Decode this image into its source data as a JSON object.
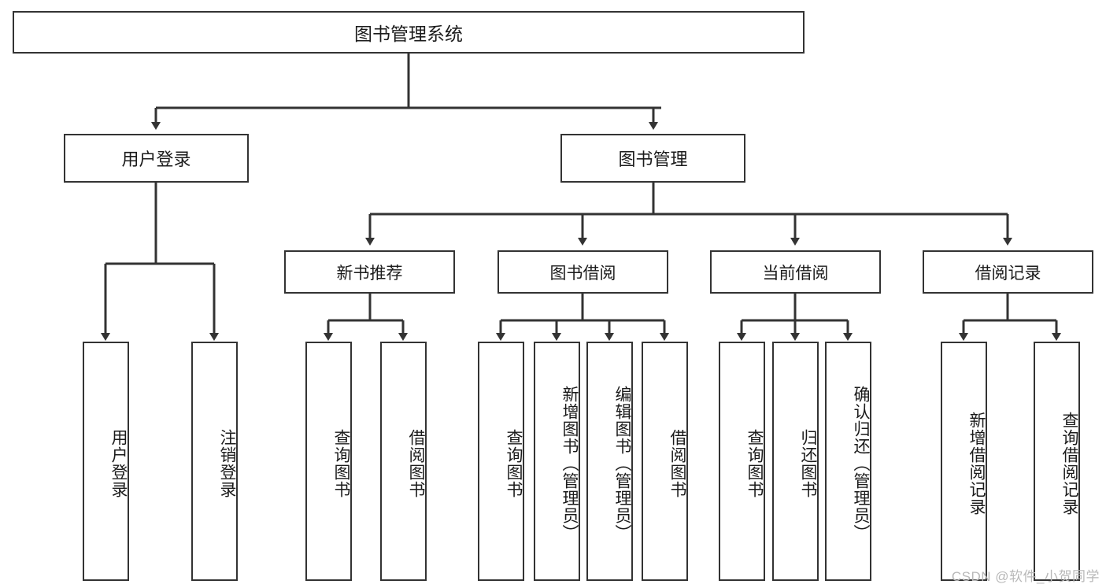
{
  "diagram": {
    "title": "图书管理系统",
    "type": "tree-hierarchy-diagram",
    "colors": {
      "box_border": "#333333",
      "box_fill": "#ffffff",
      "connector": "#333333",
      "text": "#1b1b1b",
      "watermark": "#b8b8b8"
    },
    "nodes": {
      "root": "图书管理系统",
      "level1": [
        "用户登录",
        "图书管理"
      ],
      "level2": [
        "新书推荐",
        "图书借阅",
        "当前借阅",
        "借阅记录"
      ],
      "leaves": [
        "用户登录",
        "注销登录",
        "查询图书",
        "借阅图书",
        "查询图书",
        "新增图书（管理员）",
        "编辑图书（管理员）",
        "借阅图书",
        "查询图书",
        "归还图书",
        "确认归还（管理员）",
        "新增借阅记录",
        "查询借阅记录"
      ]
    }
  },
  "watermark": {
    "text": "CSDN @软件_小贺同学"
  }
}
